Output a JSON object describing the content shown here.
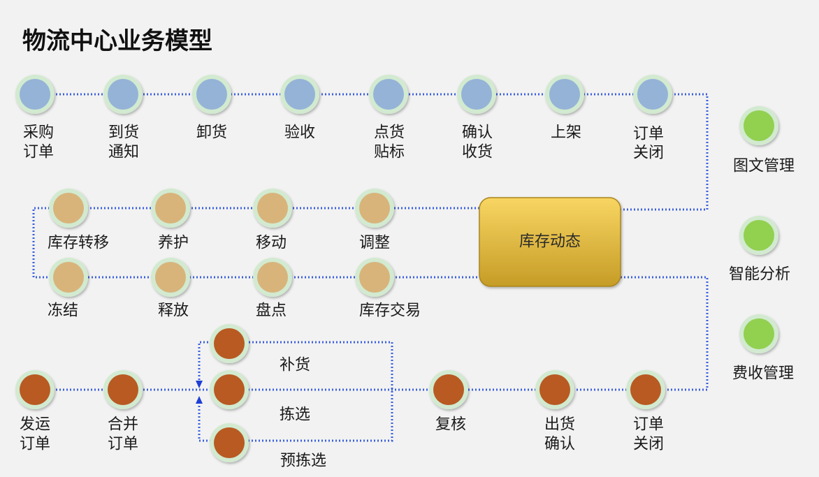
{
  "title": "物流中心业务模型",
  "colors": {
    "line": "#3b5fe0",
    "arrow": "#1f3fd6",
    "ring": "#d2ead0",
    "inbound": "#95b3d7",
    "inventory": "#d8b47b",
    "outbound": "#b85a22",
    "management": "#92d050",
    "hub_top": "#f8d562",
    "hub_bottom": "#c59c26",
    "hub_border": "#a9851f"
  },
  "inbound": [
    {
      "label": [
        "采购",
        "订单"
      ]
    },
    {
      "label": [
        "到货",
        "通知"
      ]
    },
    {
      "label": [
        "卸货"
      ]
    },
    {
      "label": [
        "验收"
      ]
    },
    {
      "label": [
        "点货",
        "贴标"
      ]
    },
    {
      "label": [
        "确认",
        "收货"
      ]
    },
    {
      "label": [
        "上架"
      ]
    },
    {
      "label": [
        "订单",
        "关闭"
      ]
    }
  ],
  "inventory_hub": {
    "label": "库存动态"
  },
  "inventory_top": [
    {
      "label": [
        "库存转移"
      ]
    },
    {
      "label": [
        "养护"
      ]
    },
    {
      "label": [
        "移动"
      ]
    },
    {
      "label": [
        "调整"
      ]
    }
  ],
  "inventory_bottom": [
    {
      "label": [
        "冻结"
      ]
    },
    {
      "label": [
        "释放"
      ]
    },
    {
      "label": [
        "盘点"
      ]
    },
    {
      "label": [
        "库存交易"
      ]
    }
  ],
  "outbound": [
    {
      "label": [
        "发运",
        "订单"
      ]
    },
    {
      "label": [
        "合并",
        "订单"
      ]
    },
    {
      "label": [
        "复核"
      ]
    },
    {
      "label": [
        "出货",
        "确认"
      ]
    },
    {
      "label": [
        "订单",
        "关闭"
      ]
    }
  ],
  "picking": [
    {
      "label": [
        "补货"
      ]
    },
    {
      "label": [
        "拣选"
      ]
    },
    {
      "label": [
        "预拣选"
      ]
    }
  ],
  "management": [
    {
      "label": [
        "图文管理"
      ]
    },
    {
      "label": [
        "智能分析"
      ]
    },
    {
      "label": [
        "费收管理"
      ]
    }
  ]
}
